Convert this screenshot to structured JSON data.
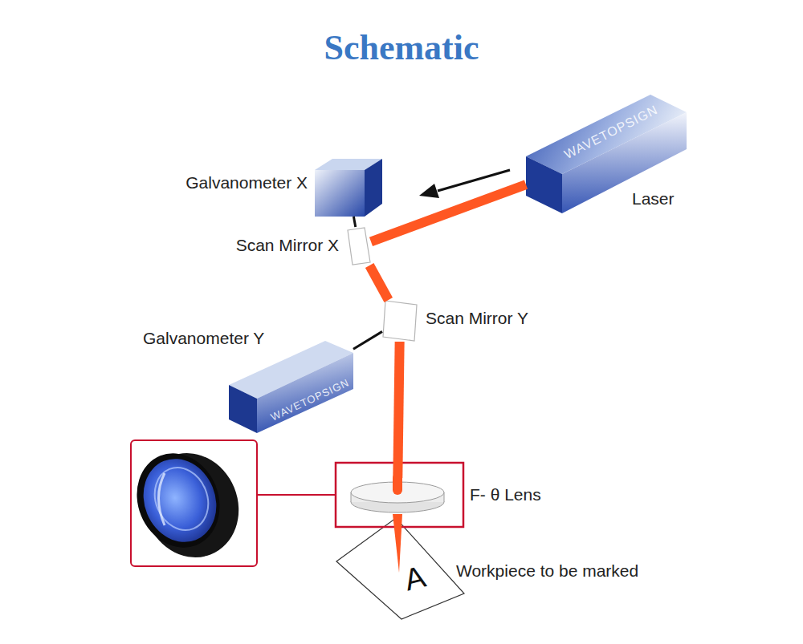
{
  "diagram": {
    "title": "Schematic",
    "nodes": [
      {
        "text": [
          "Galvanometer X"
        ]
      },
      {
        "text": [
          "Scan Mirror X"
        ]
      },
      {
        "text": [
          "WAVETOPSIGN",
          "Laser"
        ]
      },
      {
        "text": [
          "Scan Mirror Y"
        ]
      },
      {
        "text": [
          "Galvanometer Y",
          "WAVETOPSIGN"
        ]
      },
      {
        "text": [
          "F- θ Lens"
        ]
      },
      {
        "text": [
          "A",
          "Workpiece to be marked"
        ]
      }
    ],
    "edges": [
      {
        "from": 2,
        "to": 1,
        "arrow": "none"
      },
      {
        "from": 0,
        "to": 1,
        "arrow": "none"
      },
      {
        "from": 1,
        "to": 3,
        "arrow": "none"
      },
      {
        "from": 4,
        "to": 3,
        "arrow": "none"
      },
      {
        "from": 3,
        "to": 5,
        "arrow": "none"
      },
      {
        "from": 5,
        "to": 6,
        "arrow": "none"
      }
    ]
  }
}
